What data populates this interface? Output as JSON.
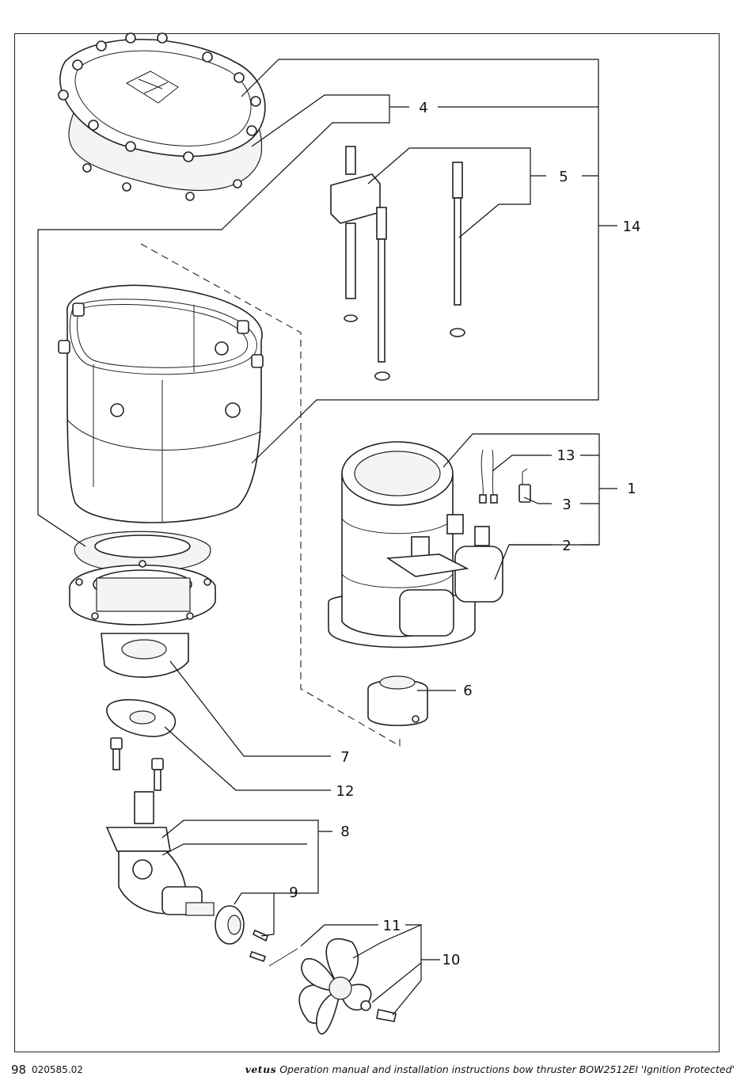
{
  "callouts": [
    "1",
    "2",
    "3",
    "4",
    "5",
    "6",
    "7",
    "8",
    "9",
    "10",
    "11",
    "12",
    "13",
    "14"
  ],
  "footer": {
    "page_number": "98",
    "doc_code": "020585.02",
    "brand": "vetus",
    "title": "Operation manual and installation instructions bow thruster BOW2512EI 'Ignition Protected'"
  }
}
